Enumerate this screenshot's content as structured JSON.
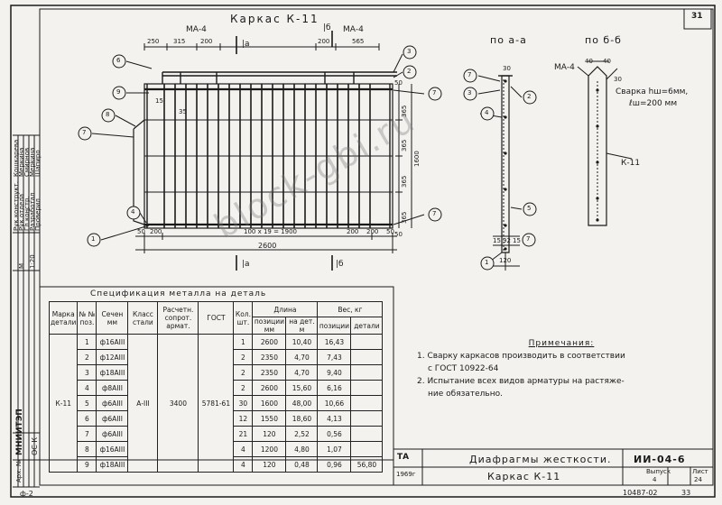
{
  "sheet": {
    "page_number": "31",
    "main_view_title": "Каркас К-11",
    "section_a_title": "по а-а",
    "section_b_title": "по б-б",
    "callout_ma4_left": "МА-4",
    "callout_ma4_right": "МА-4",
    "callout_ma4_section": "МА-4",
    "cut_a": "|а",
    "cut_b": "|б",
    "weld_note_1": "Сварка hш=6мм,",
    "weld_note_2": "ℓш=200 мм",
    "k11_label": "К-11",
    "bottom_code": "10487-02",
    "bottom_page": "33",
    "bottom_left": "ф-2"
  },
  "dimensions": {
    "top": [
      "250",
      "315",
      "200",
      "200",
      "565"
    ],
    "bottom_first": [
      "50",
      "200"
    ],
    "bottom_mid": "100 х 19 = 1900",
    "bottom_last": [
      "200",
      "200",
      "50"
    ],
    "total": "2600",
    "right": [
      "365",
      "365",
      "365",
      "365"
    ],
    "right_total": "1600",
    "left_small": [
      "15",
      "35"
    ],
    "side_right": [
      "50",
      "50"
    ],
    "sec_a_top": "30",
    "sec_a_bottom": [
      "15",
      "92",
      "15"
    ],
    "sec_a_width": "120",
    "sec_b_top": [
      "40",
      "40"
    ],
    "sec_b_side": "30"
  },
  "markers": [
    "1",
    "2",
    "3",
    "4",
    "5",
    "6",
    "7",
    "8",
    "9"
  ],
  "spec": {
    "title": "Спецификация металла на деталь",
    "headers": {
      "mark": "Марка детали",
      "pos": "№ № поз.",
      "section": "Сечен мм",
      "class": "Класс стали",
      "design": "Расчетн. сопрот. армат.",
      "gost": "ГОСТ",
      "count": "Кол. шт.",
      "length": "Длина",
      "len_pos": "позиции мм",
      "len_total": "на дет. м",
      "weight": "Вес, кг",
      "w_pos": "позиции",
      "w_det": "детали"
    },
    "mark": "К-11",
    "steel_class": "А-III",
    "design_resistance": "3400",
    "gost": "5781-61",
    "total_weight": "56,80",
    "rows": [
      {
        "pos": "1",
        "section": "ф16АIII",
        "count": "1",
        "len": "2600",
        "len_det": "10,40",
        "w": "16,43"
      },
      {
        "pos": "2",
        "section": "ф12АIII",
        "count": "2",
        "len": "2350",
        "len_det": "4,70",
        "w": "7,43"
      },
      {
        "pos": "3",
        "section": "ф18АIII",
        "count": "2",
        "len": "2350",
        "len_det": "4,70",
        "w": "9,40"
      },
      {
        "pos": "4",
        "section": "ф8АIII",
        "count": "2",
        "len": "2600",
        "len_det": "15,60",
        "w": "6,16"
      },
      {
        "pos": "5",
        "section": "ф6АIII",
        "count": "30",
        "len": "1600",
        "len_det": "48,00",
        "w": "10,66"
      },
      {
        "pos": "6",
        "section": "ф6АIII",
        "count": "12",
        "len": "1550",
        "len_det": "18,60",
        "w": "4,13"
      },
      {
        "pos": "7",
        "section": "ф6АIII",
        "count": "21",
        "len": "120",
        "len_det": "2,52",
        "w": "0,56"
      },
      {
        "pos": "8",
        "section": "ф16АIII",
        "count": "4",
        "len": "1200",
        "len_det": "4,80",
        "w": "1,07"
      },
      {
        "pos": "9",
        "section": "ф18АIII",
        "count": "4",
        "len": "120",
        "len_det": "0,48",
        "w": "0,96"
      }
    ]
  },
  "notes": {
    "heading": "Примечания:",
    "n1a": "1. Сварку каркасов производить в соответствии",
    "n1b": "с ГОСТ 10922-64",
    "n2a": "2. Испытание всех видов арматуры на растяже-",
    "n2b": "ние обязательно."
  },
  "title_block": {
    "org": "МНИИТЭП",
    "dept": "ОС К",
    "arch": "Арх. №",
    "name1": "Диафрагмы жесткости.",
    "name2": "Каркас К-11",
    "code": "ИИ-04-6",
    "year": "1969г",
    "issue_label": "Выпуск",
    "issue": "4",
    "sheet_label": "Лист",
    "sheet": "24",
    "mark": "ТА",
    "scale_label": "М",
    "scale": "1:20",
    "roles": [
      "Рук.конструкт.",
      "Рук.отдела",
      "Гл.констр.",
      "Разработал",
      "Проверил"
    ],
    "people": [
      "Кошкарева",
      "Меркина",
      "Смирнов",
      "Меркина",
      "Шапиро"
    ]
  },
  "watermark": "block-gbi.ru"
}
